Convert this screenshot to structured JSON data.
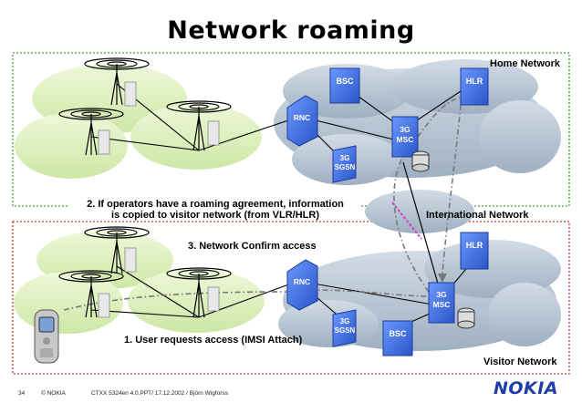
{
  "title": "Network roaming",
  "networks": {
    "home_label": "Home Network",
    "international_label": "International Network",
    "visitor_label": "Visitor Network"
  },
  "nodes": {
    "home_bsc": "BSC",
    "home_hlr": "HLR",
    "home_rnc": "RNC",
    "home_msc_line1": "3G",
    "home_msc_line2": "MSC",
    "home_sgsn_line1": "3G",
    "home_sgsn_line2": "SGSN",
    "visitor_hlr": "HLR",
    "visitor_rnc": "RNC",
    "visitor_msc_line1": "3G",
    "visitor_msc_line2": "MSC",
    "visitor_sgsn_line1": "3G",
    "visitor_sgsn_line2": "SGSN",
    "visitor_bsc": "BSC"
  },
  "steps": {
    "step2_line1": "2. If operators have a roaming agreement, information",
    "step2_line2": "is copied to visitor network (from VLR/HLR)",
    "step3": "3. Network Confirm access",
    "step1": "1. User requests access (IMSI Attach)"
  },
  "footer": {
    "page": "34",
    "copyright": "© NOKIA",
    "doc": "CTXX 5324en 4.0.PPT/ 17.12.2002 / Björn Wigforss",
    "logo": "NOKIA"
  },
  "colors": {
    "home_border": "#3aa63a",
    "visitor_border": "#d0303a",
    "cloud": "#b9c6d4",
    "cell_area": "#dff0bf",
    "node_blue": "#3b6ee0",
    "intl_link": "#d040c0"
  }
}
